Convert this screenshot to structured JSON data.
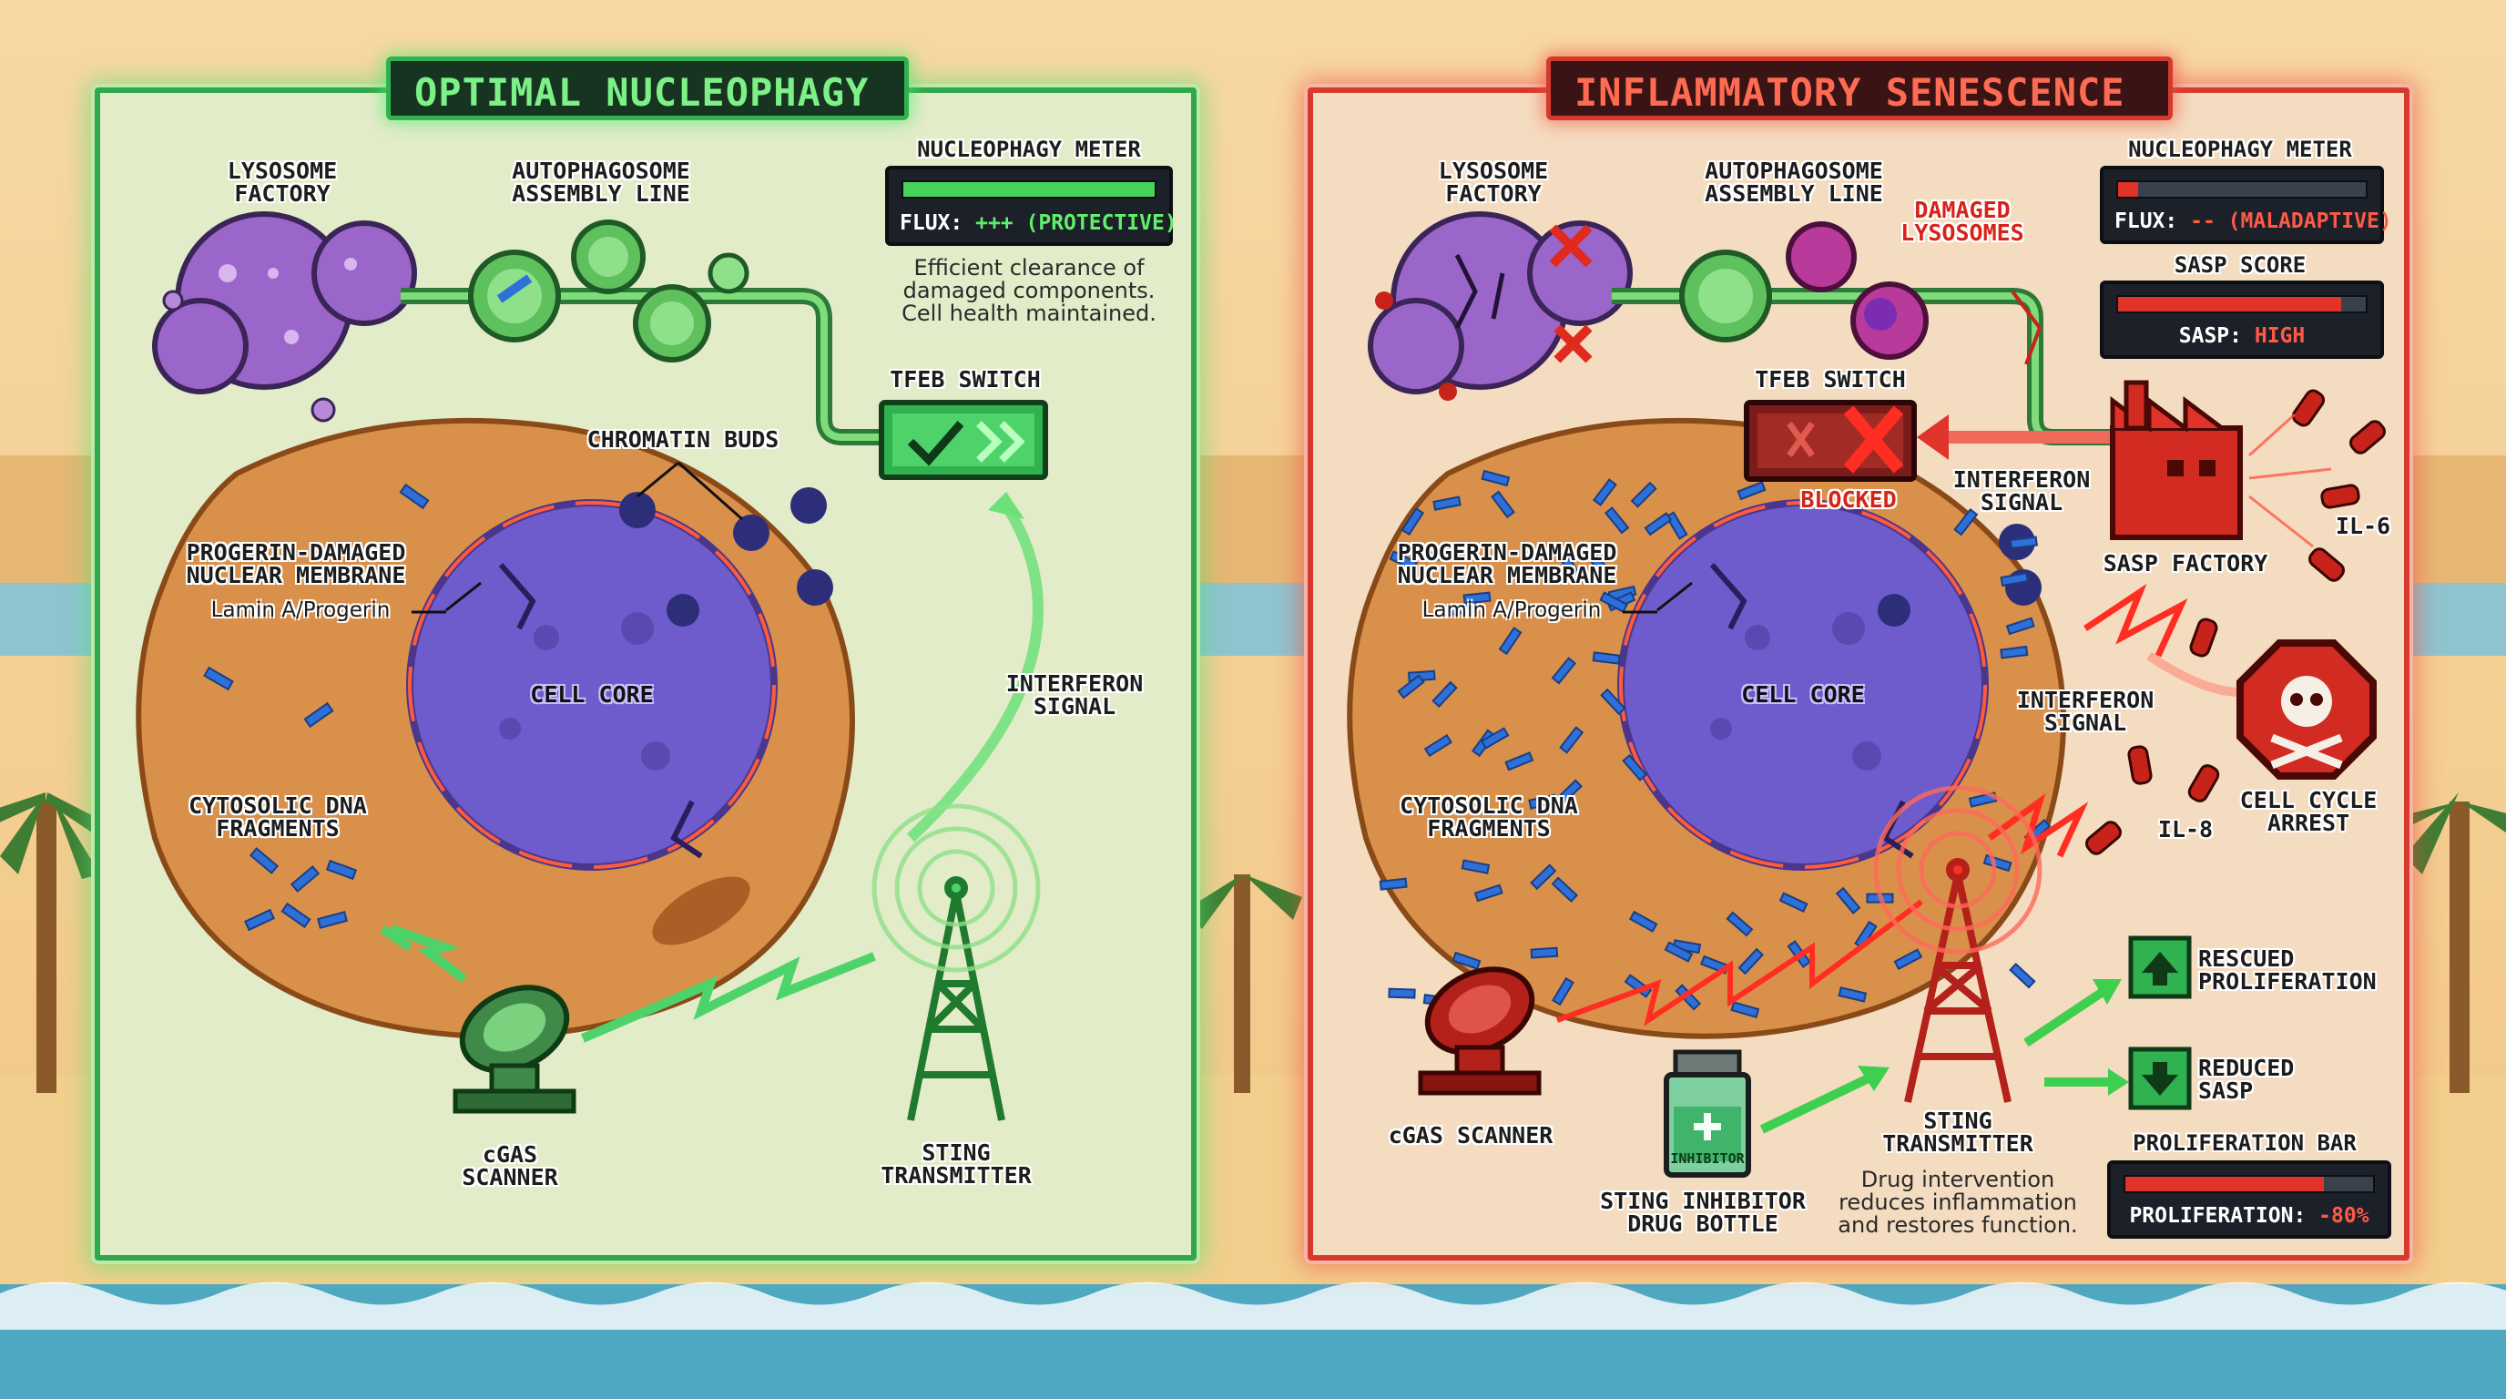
{
  "colors": {
    "good_accent": "#2fa84b",
    "bad_accent": "#d63a2e",
    "nucleus": "#6e5ccc",
    "cytoplasm": "#d9904a",
    "dna": "#2f6fd8"
  },
  "left": {
    "title": "OPTIMAL NUCLEOPHAGY",
    "labels": {
      "lysosome": [
        "LYSOSOME",
        "FACTORY"
      ],
      "autophagosome": [
        "AUTOPHAGOSOME",
        "ASSEMBLY LINE"
      ],
      "tfeb": "TFEB SWITCH",
      "chromatin": "CHROMATIN BUDS",
      "progerin": [
        "PROGERIN-DAMAGED",
        "NUCLEAR MEMBRANE"
      ],
      "lamin": "Lamin A/Progerin",
      "core": "CELL CORE",
      "interferon": [
        "INTERFERON",
        "SIGNAL"
      ],
      "cytosolic": [
        "CYTOSOLIC DNA",
        "FRAGMENTS"
      ],
      "cgas": [
        "cGAS",
        "SCANNER"
      ],
      "sting": [
        "STING",
        "TRANSMITTER"
      ]
    },
    "meter": {
      "title": "NUCLEOPHAGY METER",
      "label": "FLUX:",
      "value": "+++ (PROTECTIVE)",
      "level": 1.0
    },
    "description": [
      "Efficient clearance of",
      "damaged components.",
      "Cell health maintained."
    ]
  },
  "right": {
    "title": "INFLAMMATORY SENESCENCE",
    "labels": {
      "lysosome": [
        "LYSOSOME",
        "FACTORY"
      ],
      "autophagosome": [
        "AUTOPHAGOSOME",
        "ASSEMBLY LINE"
      ],
      "damaged": [
        "DAMAGED",
        "LYSOSOMES"
      ],
      "tfeb": "TFEB SWITCH",
      "blocked": "BLOCKED",
      "interferon_top": [
        "INTERFERON",
        "SIGNAL"
      ],
      "sasp_factory": "SASP FACTORY",
      "il6": "IL-6",
      "progerin": [
        "PROGERIN-DAMAGED",
        "NUCLEAR MEMBRANE"
      ],
      "lamin": "Lamin A/Progerin",
      "core": "CELL CORE",
      "interferon": [
        "INTERFERON",
        "SIGNAL"
      ],
      "arrest": [
        "CELL CYCLE",
        "ARREST"
      ],
      "il8": "IL-8",
      "cytosolic": [
        "CYTOSOLIC DNA",
        "FRAGMENTS"
      ],
      "rescued": [
        "RESCUED",
        "PROLIFERATION"
      ],
      "reduced": [
        "REDUCED",
        "SASP"
      ],
      "cgas": "cGAS SCANNER",
      "sting": [
        "STING",
        "TRANSMITTER"
      ],
      "inhibitor": [
        "STING INHIBITOR",
        "DRUG BOTTLE"
      ],
      "bottle_label": "INHIBITOR"
    },
    "meter": {
      "title": "NUCLEOPHAGY METER",
      "label": "FLUX:",
      "value": "-- (MALADAPTIVE)",
      "level": 0.08
    },
    "sasp": {
      "title": "SASP SCORE",
      "label": "SASP:",
      "value": "HIGH",
      "level": 0.9
    },
    "proliferation": {
      "title": "PROLIFERATION BAR",
      "label": "PROLIFERATION:",
      "value": "-80%",
      "level": 0.8
    },
    "description": [
      "Drug intervention",
      "reduces inflammation",
      "and restores function."
    ]
  }
}
